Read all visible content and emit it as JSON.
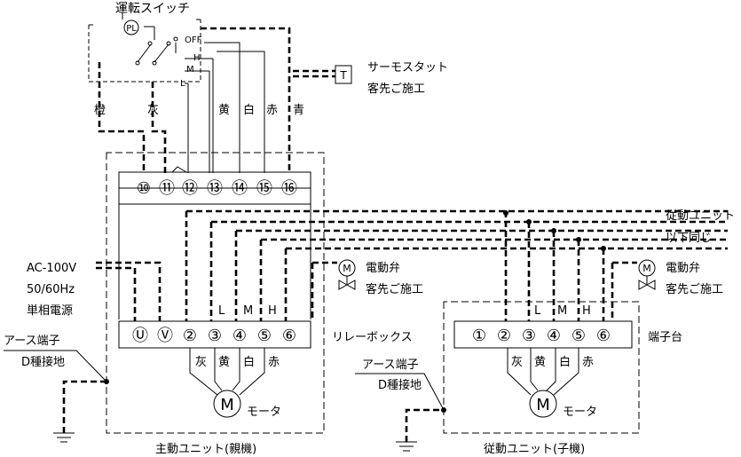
{
  "switch": {
    "title": "運転スイッチ",
    "lamp": "PL",
    "pos_off": "OFF",
    "pos_h": "H",
    "pos_m": "M",
    "pos_l": "L"
  },
  "thermostat": {
    "symbol": "T",
    "name": "サーモスタット",
    "note": "客先ご施工"
  },
  "wires_top": {
    "orange": "橙",
    "gray": "灰",
    "yellow": "黄",
    "white": "白",
    "red": "赤",
    "blue": "青"
  },
  "upper_terminals": [
    "⑩",
    "⑪",
    "⑫",
    "⑬",
    "⑭",
    "⑮",
    "⑯"
  ],
  "power": {
    "voltage": "AC-100V",
    "freq": "50/60Hz",
    "phase": "単相電源"
  },
  "valve_main": {
    "symbol": "M",
    "name": "電動弁",
    "note": "客先ご施工"
  },
  "valve_sub": {
    "symbol": "M",
    "name": "電動弁",
    "note": "客先ご施工"
  },
  "speed_labels": {
    "l": "L",
    "m": "M",
    "h": "H"
  },
  "main_terminals": [
    "Ⓤ",
    "Ⓥ",
    "②",
    "③",
    "④",
    "⑤",
    "⑥"
  ],
  "relay_box": "リレーボックス",
  "earth_main": {
    "line1": "アース端子",
    "line2": "D種接地"
  },
  "earth_sub": {
    "line1": "アース端子",
    "line2": "D種接地"
  },
  "motor_wires": {
    "gray": "灰",
    "yellow": "黄",
    "white": "白",
    "red": "赤"
  },
  "motor_main": {
    "symbol": "M",
    "label": "モータ"
  },
  "motor_sub": {
    "symbol": "M",
    "label": "モータ"
  },
  "main_unit": "主動ユニット(親機)",
  "right_labels": {
    "line1": "従動ユニット",
    "line2": "以下同じ"
  },
  "sub_terminals": [
    "①",
    "②",
    "③",
    "④",
    "⑤",
    "⑥"
  ],
  "terminal_block": "端子台",
  "sub_unit": "従動ユニット(子機)"
}
